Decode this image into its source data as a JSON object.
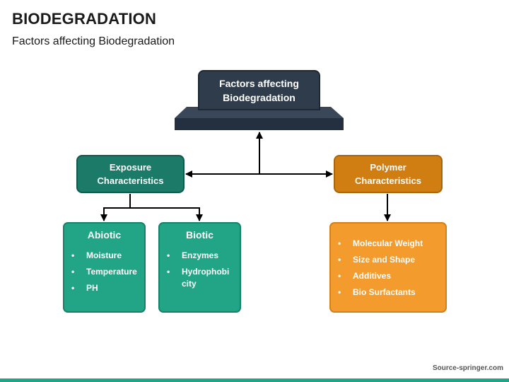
{
  "header": {
    "title": "BIODEGRADATION",
    "subtitle": "Factors affecting Biodegradation"
  },
  "diagram": {
    "root": {
      "line1": "Factors affecting",
      "line2": "Biodegradation"
    },
    "exposure": {
      "line1": "Exposure",
      "line2": "Characteristics"
    },
    "polymer": {
      "line1": "Polymer",
      "line2": "Characteristics"
    },
    "abiotic": {
      "title": "Abiotic",
      "items": [
        "Moisture",
        "Temperature",
        "PH"
      ]
    },
    "biotic": {
      "title": "Biotic",
      "items": [
        "Enzymes",
        "Hydrophobi city"
      ]
    },
    "polymer_props": {
      "items": [
        "Molecular Weight",
        "Size and Shape",
        "Additives",
        "Bio Surfactants"
      ]
    },
    "bullet_char": "•"
  },
  "footer": {
    "source": "Source-springer.com"
  },
  "colors": {
    "pedestal": "#2f3c4c",
    "exposure": "#1b7a68",
    "green_card": "#22a587",
    "polymer": "#d07e12",
    "orange_card": "#f39b2d"
  }
}
